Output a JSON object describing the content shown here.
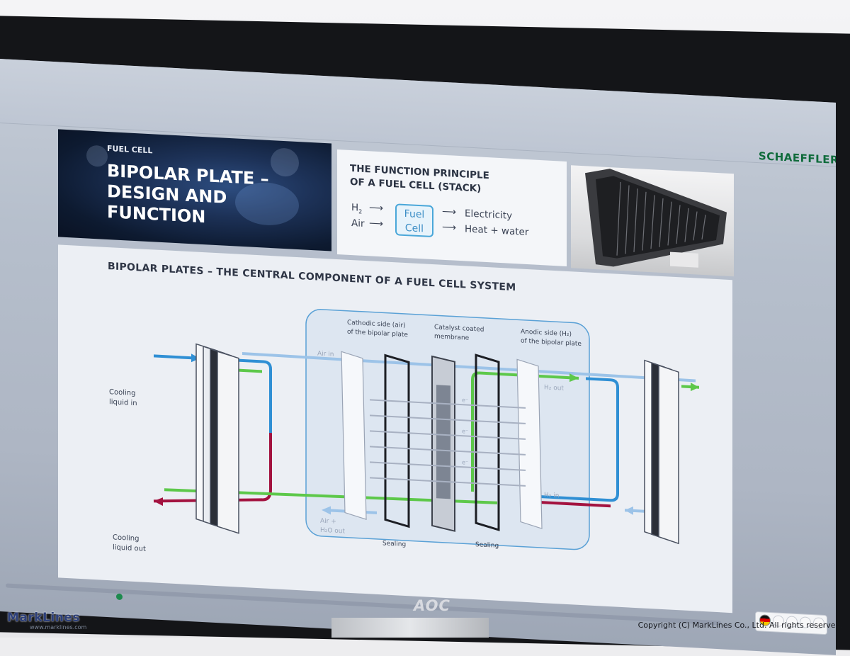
{
  "brand": "SCHAEFFLER",
  "hero": {
    "tag": "FUEL CELL",
    "title": "BIPOLAR PLATE –\nDESIGN AND\nFUNCTION"
  },
  "principle": {
    "title": "THE FUNCTION PRINCIPLE\nOF A FUEL CELL (STACK)",
    "input_1": "H",
    "input_1_sub": "2",
    "input_2": "Air",
    "box_line_1": "Fuel",
    "box_line_2": "Cell",
    "output_1": "Electricity",
    "output_2": "Heat + water"
  },
  "panel": {
    "title": "BIPOLAR PLATES – THE CENTRAL COMPONENT OF A FUEL CELL SYSTEM",
    "cooling_in_1": "Cooling",
    "cooling_in_2": "liquid in",
    "cooling_out_1": "Cooling",
    "cooling_out_2": "liquid out",
    "cathodic_1": "Cathodic side (air)",
    "cathodic_2": "of the bipolar plate",
    "catalyst_1": "Catalyst coated",
    "catalyst_2": "membrane",
    "anodic_1": "Anodic side (H₂)",
    "anodic_2": "of the bipolar plate",
    "air_in": "Air in",
    "h2_out": "H₂ out",
    "h2_in": "H₂ in",
    "air_h2o_out_1": "Air +",
    "air_h2o_out_2": "H₂O out",
    "sealing_1": "Sealing",
    "sealing_2": "Sealing",
    "electron": "e⁻"
  },
  "colors": {
    "brand_green": "#0f6b3b",
    "cooling_blue": "#2f8fd4",
    "cooling_red": "#a3123f",
    "h2_green": "#5dc84a",
    "air_blue": "#9cc3e8"
  },
  "monitor_logo": "AOC",
  "watermark": {
    "logo": "MarkLines",
    "url": "www.marklines.com"
  },
  "copyright": "Copyright (C) MarkLines Co., Ltd. All rights reserved."
}
